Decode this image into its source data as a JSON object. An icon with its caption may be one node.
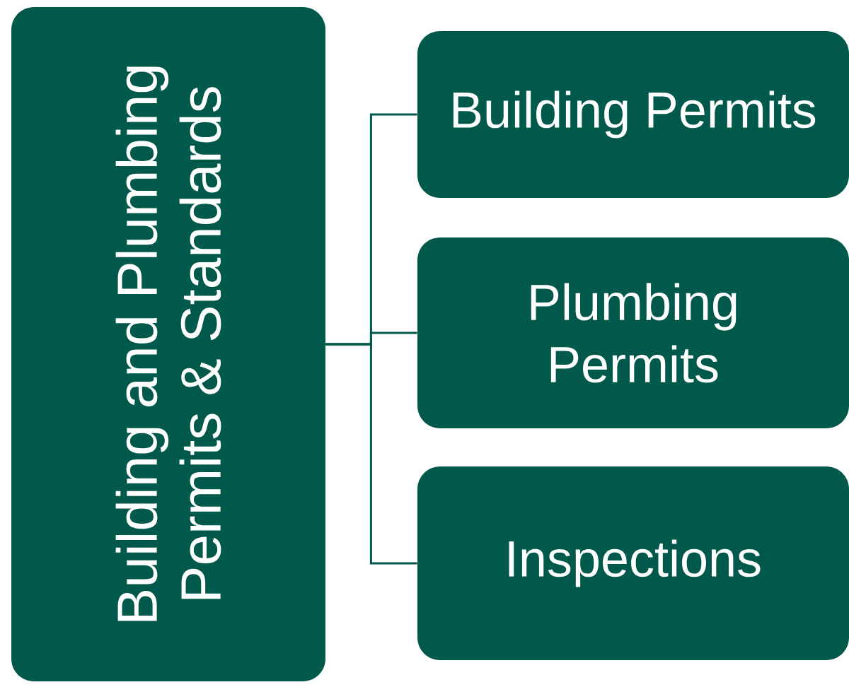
{
  "diagram": {
    "nodes": [
      {
        "text": [
          "Building and Plumbing Permits & Standards"
        ]
      },
      {
        "text": [
          "Building Permits"
        ]
      },
      {
        "text": [
          "Plumbing Permits"
        ]
      },
      {
        "text": [
          "Inspections"
        ]
      }
    ],
    "edges": [
      {
        "from": 0,
        "to": 1,
        "arrow": "none"
      },
      {
        "from": 0,
        "to": 2,
        "arrow": "none"
      },
      {
        "from": 0,
        "to": 3,
        "arrow": "none"
      }
    ]
  }
}
